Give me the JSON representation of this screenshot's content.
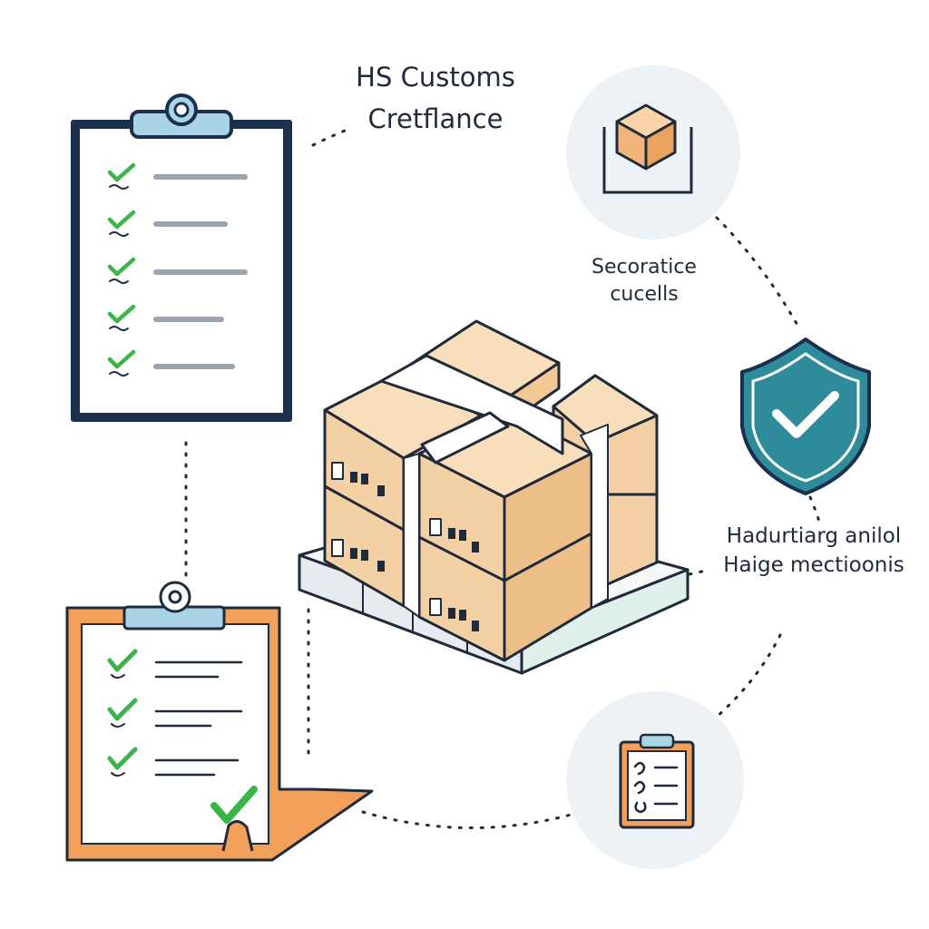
{
  "title": {
    "line1": "HS Customs",
    "line2": "Cretflance"
  },
  "captions": {
    "top_right": {
      "line1": "Secoratice",
      "line2": "cucells"
    },
    "right": {
      "line1": "Hadurtiarg anilol",
      "line2": "Haige mectioonis"
    }
  },
  "icons": {
    "clipboard_top": "clipboard-checklist-icon",
    "clipboard_bottom": "clipboard-checklist-icon",
    "box_circle": "package-box-icon",
    "shield": "shield-check-icon",
    "clipboard_circle": "small-clipboard-icon",
    "pallet": "pallet-boxes-icon"
  },
  "colors": {
    "navy": "#1b2f4e",
    "orange": "#f3a15a",
    "teal": "#2e8b99",
    "check_green": "#3bb54a",
    "box_tan": "#f1d2ae",
    "circle_bg": "#edf2f7",
    "clip_blue": "#a9d4e6"
  },
  "checklists": {
    "top_items": 5,
    "bottom_items": 3
  }
}
